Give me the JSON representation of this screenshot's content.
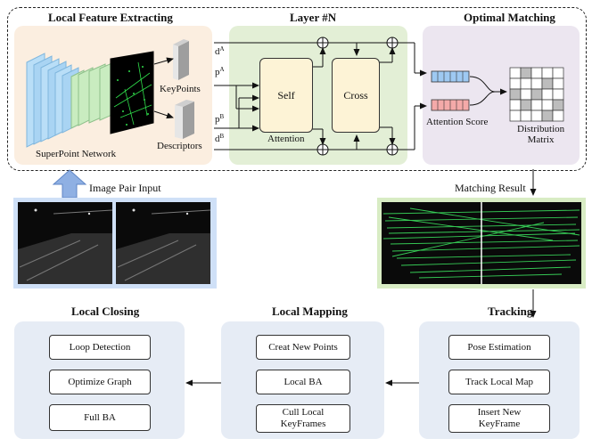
{
  "top": {
    "feature": {
      "title": "Local Feature Extracting",
      "network": "SuperPoint Network",
      "keypoints": "KeyPoints",
      "descriptors": "Descriptors"
    },
    "layer": {
      "title": "Layer #N",
      "self": "Self",
      "cross": "Cross",
      "attention": "Attention",
      "dA": "d",
      "pA": "p",
      "pB": "p",
      "dB": "d",
      "supA": "A",
      "supB": "B"
    },
    "matching": {
      "title": "Optimal Matching",
      "score": "Attention Score",
      "dist_line1": "Distribution",
      "dist_line2": "Matrix"
    }
  },
  "image_input_label": "Image Pair Input",
  "matching_result_label": "Matching Result",
  "tracking": {
    "title": "Tracking",
    "items": [
      "Pose Estimation",
      "Track Local Map",
      "Insert New",
      "KeyFrame"
    ]
  },
  "mapping": {
    "title": "Local Mapping",
    "items": [
      "Creat New Points",
      "Local BA",
      "Cull Local",
      "KeyFrames"
    ]
  },
  "closing": {
    "title": "Local Closing",
    "items": [
      "Loop  Detection",
      "Optimize Graph",
      "Full BA"
    ]
  },
  "colors": {
    "feature_bg": "#fbeee0",
    "layer_bg": "#e3efd6",
    "matching_bg": "#ece6f0",
    "module_bg": "#e6ecf5",
    "attn_box": "#fdf3d6",
    "match_green": "#39d65a"
  }
}
